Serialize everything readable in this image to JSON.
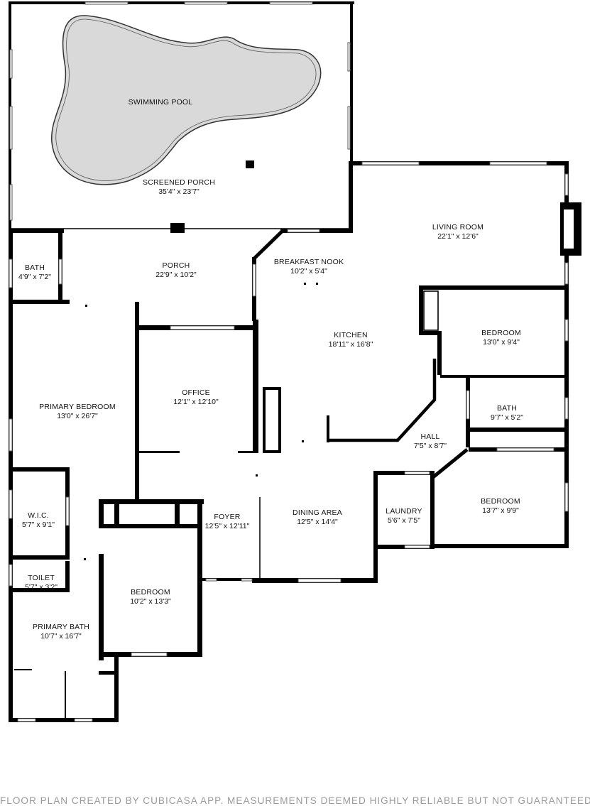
{
  "rooms": {
    "swimming_pool": {
      "name": "SWIMMING POOL"
    },
    "screened_porch": {
      "name": "SCREENED PORCH",
      "dim": "35'4\" x 23'7\""
    },
    "living_room": {
      "name": "LIVING ROOM",
      "dim": "22'1\" x 12'6\""
    },
    "bath_small": {
      "name": "BATH",
      "dim": "4'9\" x 7'2\""
    },
    "porch": {
      "name": "PORCH",
      "dim": "22'9\" x 10'2\""
    },
    "breakfast_nook": {
      "name": "BREAKFAST NOOK",
      "dim": "10'2\" x 5'4\""
    },
    "kitchen": {
      "name": "KITCHEN",
      "dim": "18'11\" x 16'8\""
    },
    "bedroom_ne": {
      "name": "BEDROOM",
      "dim": "13'0\" x 9'4\""
    },
    "primary_bedroom": {
      "name": "PRIMARY BEDROOM",
      "dim": "13'0\" x 26'7\""
    },
    "office": {
      "name": "OFFICE",
      "dim": "12'1\" x 12'10\""
    },
    "bath_hall": {
      "name": "BATH",
      "dim": "9'7\" x 5'2\""
    },
    "hall": {
      "name": "HALL",
      "dim": "7'5\" x 8'7\""
    },
    "wic": {
      "name": "W.I.C.",
      "dim": "5'7\" x 9'1\""
    },
    "foyer": {
      "name": "FOYER",
      "dim": "12'5\" x 12'11\""
    },
    "dining_area": {
      "name": "DINING AREA",
      "dim": "12'5\" x 14'4\""
    },
    "laundry": {
      "name": "LAUNDRY",
      "dim": "5'6\" x 7'5\""
    },
    "bedroom_se": {
      "name": "BEDROOM",
      "dim": "13'7\" x 9'9\""
    },
    "toilet": {
      "name": "TOILET",
      "dim": "5'7\" x 3'2\""
    },
    "bedroom_s": {
      "name": "BEDROOM",
      "dim": "10'2\" x 13'3\""
    },
    "primary_bath": {
      "name": "PRIMARY BATH",
      "dim": "10'7\" x 16'7\""
    }
  },
  "footer": "FLOOR PLAN CREATED BY CUBICASA APP. MEASUREMENTS DEEMED HIGHLY RELIABLE BUT NOT GUARANTEED.",
  "colors": {
    "wall": "#000000",
    "pool_fill": "#d9d9d9",
    "footer_text": "#9a9a9a"
  }
}
